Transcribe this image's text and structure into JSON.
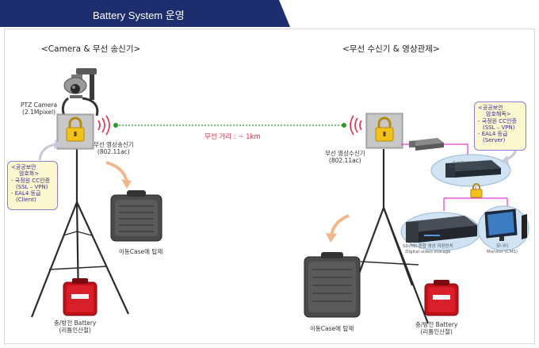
{
  "header": {
    "title": "Battery System 운영"
  },
  "left_section": {
    "title": "<Camera & 무선 송신기>"
  },
  "right_section": {
    "title": "<무선 수신기 & 영상관제>"
  },
  "camera": {
    "name": "PTZ Camera",
    "spec": "(2.1Mpixel)"
  },
  "transmitter": {
    "name": "무선 영상송신기",
    "spec": "(802.11ac)"
  },
  "receiver": {
    "name": "무선 영상수신기",
    "spec": "(802.11ac)"
  },
  "link": {
    "distance": "무선 거리 : ~ 1km"
  },
  "left_note": {
    "lines": [
      "<공공보안",
      "암호화>",
      "- 국정원 CC인증",
      "(SSL – VPN)",
      "- EAL4 등급",
      "(Client)"
    ]
  },
  "right_note": {
    "lines": [
      "<공공보안",
      "암호해독>",
      "- 국정원 CC인증",
      "(SSL – VPN)",
      "- EAL4 등급",
      "(Server)"
    ]
  },
  "left_case": {
    "label": "이동Case에 탑재"
  },
  "right_case": {
    "label": "이동Case에 탑재"
  },
  "left_battery": {
    "name": "충/방전 Battery",
    "type": "(리튬인산철)"
  },
  "right_battery": {
    "name": "충/방전 Battery",
    "type": "(리튬인산철)"
  },
  "vpn_device": {
    "label": "무선VPN 암호 장비",
    "label_en": "Wireless VPN Device"
  },
  "storage": {
    "label": "SD/HD 혼합 영상 저장장치",
    "label_en": "Digital video storage"
  },
  "monitor": {
    "label": "모니터",
    "label_en": "Monitor (CMS)"
  },
  "colors": {
    "header_bg": "#1d2d6e",
    "accent": "#e0304b",
    "link_green": "#2a9a2a",
    "note_bg": "#fbf7cf"
  }
}
